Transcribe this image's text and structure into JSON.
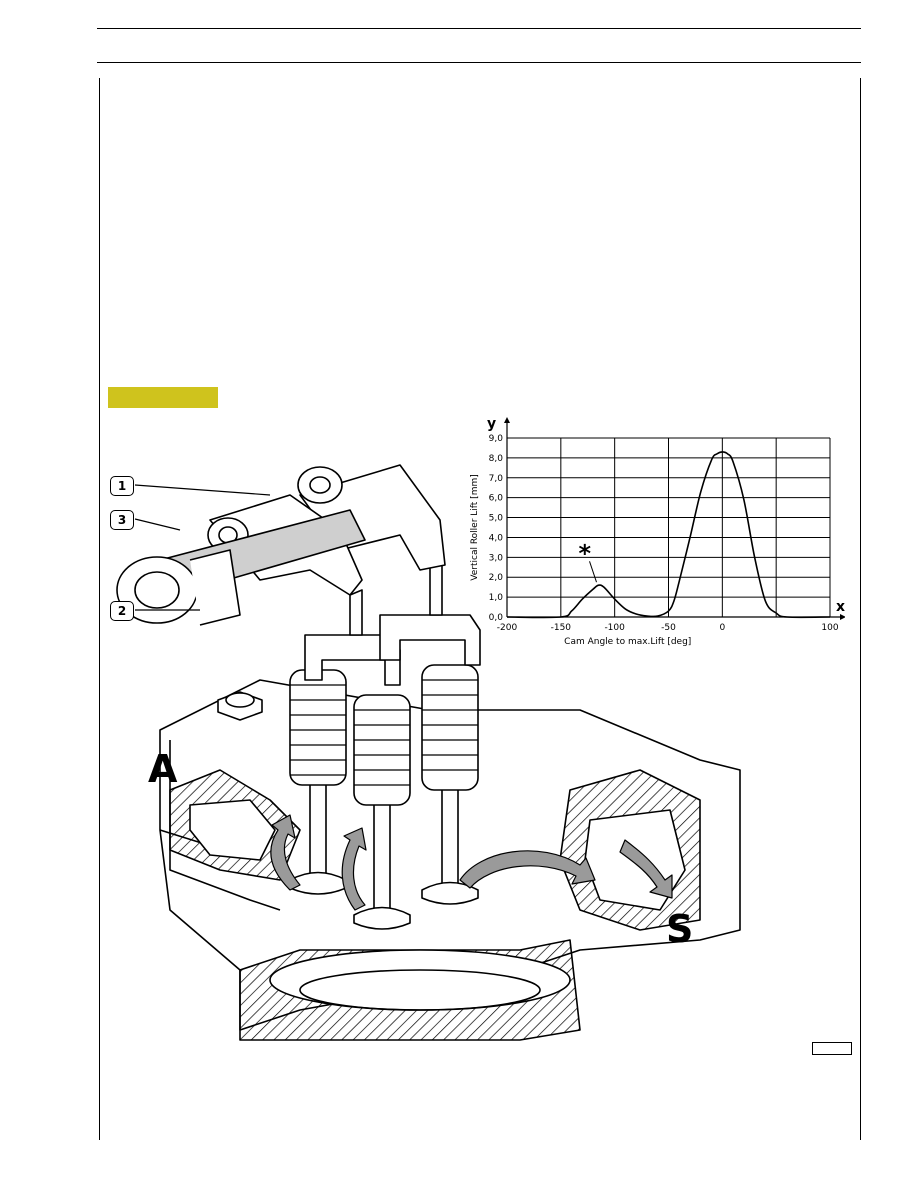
{
  "colors": {
    "tag": "#cfc31d",
    "arrow": "#9a9a9a",
    "text": "#000000"
  },
  "callouts": [
    "1",
    "3",
    "2"
  ],
  "labels": {
    "intake": "A",
    "exhaust": "S"
  },
  "chart_data": {
    "type": "line",
    "xlabel": "Cam Angle to max.Lift [deg]",
    "ylabel": "Vertical Roller Lift [mm]",
    "x_axis_letter": "x",
    "y_axis_letter": "y",
    "annotation": "*",
    "xlim": [
      -200,
      100
    ],
    "ylim": [
      0,
      9
    ],
    "xticks": [
      -200,
      -150,
      -100,
      -50,
      0,
      100
    ],
    "xtick_labels": [
      "-200",
      "-150",
      "-100",
      "-50",
      "0",
      "100"
    ],
    "ytick_labels": [
      "0,0",
      "1,0",
      "2,0",
      "3,0",
      "4,0",
      "5,0",
      "6,0",
      "7,0",
      "8,0",
      "9,0"
    ],
    "grid": true,
    "series": [
      {
        "x": [
          -200,
          -150,
          -140,
          -130,
          -120,
          -115,
          -110,
          -100,
          -90,
          -80,
          -70,
          -60,
          -50,
          -45,
          -40,
          -30,
          -20,
          -10,
          -5,
          0,
          5,
          10,
          20,
          30,
          40,
          50,
          60,
          100
        ],
        "y": [
          0,
          0,
          0.3,
          0.9,
          1.4,
          1.6,
          1.5,
          0.9,
          0.4,
          0.15,
          0.05,
          0.05,
          0.3,
          0.8,
          1.8,
          4.0,
          6.3,
          7.9,
          8.2,
          8.3,
          8.2,
          7.8,
          5.9,
          3.0,
          0.8,
          0.2,
          0.0,
          0.0
        ]
      }
    ]
  }
}
